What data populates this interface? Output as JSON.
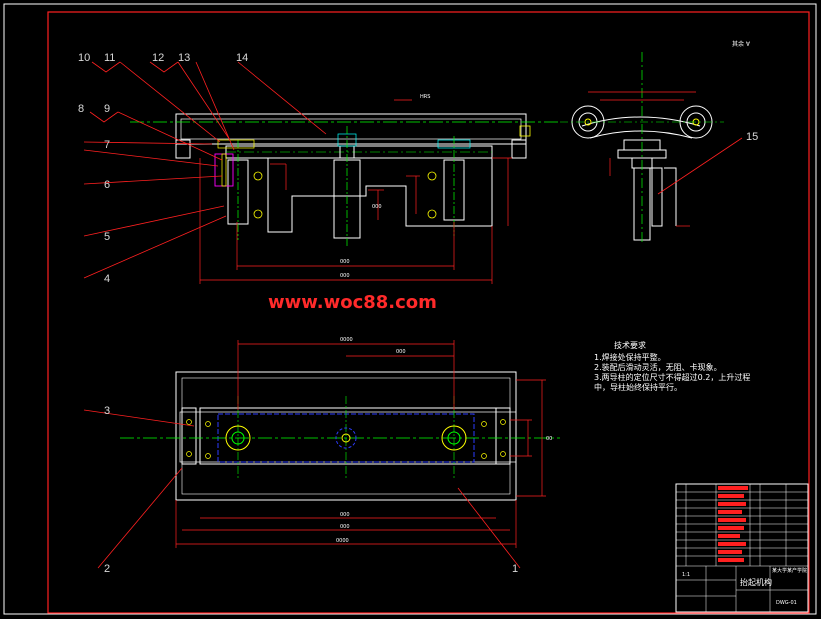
{
  "watermark": "www.woc88.com",
  "top_right_note": "其余 ∀",
  "callouts": [
    "10",
    "11",
    "12",
    "13",
    "14",
    "8",
    "9",
    "7",
    "6",
    "5",
    "4",
    "15",
    "3",
    "2",
    "1"
  ],
  "tech_requirements": {
    "title": "技术要求",
    "items": [
      "1.焊接处保持平整。",
      "2.装配后滑动灵活，无阻、卡现象。",
      "3.两导柱的定位尺寸不得超过0.2，上升过程",
      "  中，导柱始终保持平行。"
    ]
  },
  "title_block": {
    "company": "某大学某产学院",
    "part_name": "抬起机构",
    "scale": "1:1",
    "drawing_no": "DWG-01"
  },
  "colors": {
    "outline": "#ffffff",
    "centerline": "#00ff00",
    "leader": "#ff2020",
    "dimension": "#ff2020",
    "hidden": "#2d3cff",
    "magenta": "#ff00ff",
    "cyan": "#00ffff",
    "yellow": "#ffff00",
    "watermark": "#ff2a2a"
  }
}
